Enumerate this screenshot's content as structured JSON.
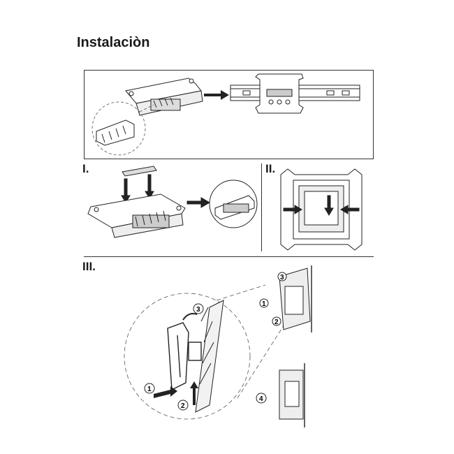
{
  "page": {
    "title": "Instalaciòn"
  },
  "steps": {
    "one": "I.",
    "two": "II.",
    "three": "III."
  },
  "callouts": {
    "n1": "1",
    "n2": "2",
    "n3": "3",
    "n4": "4"
  }
}
